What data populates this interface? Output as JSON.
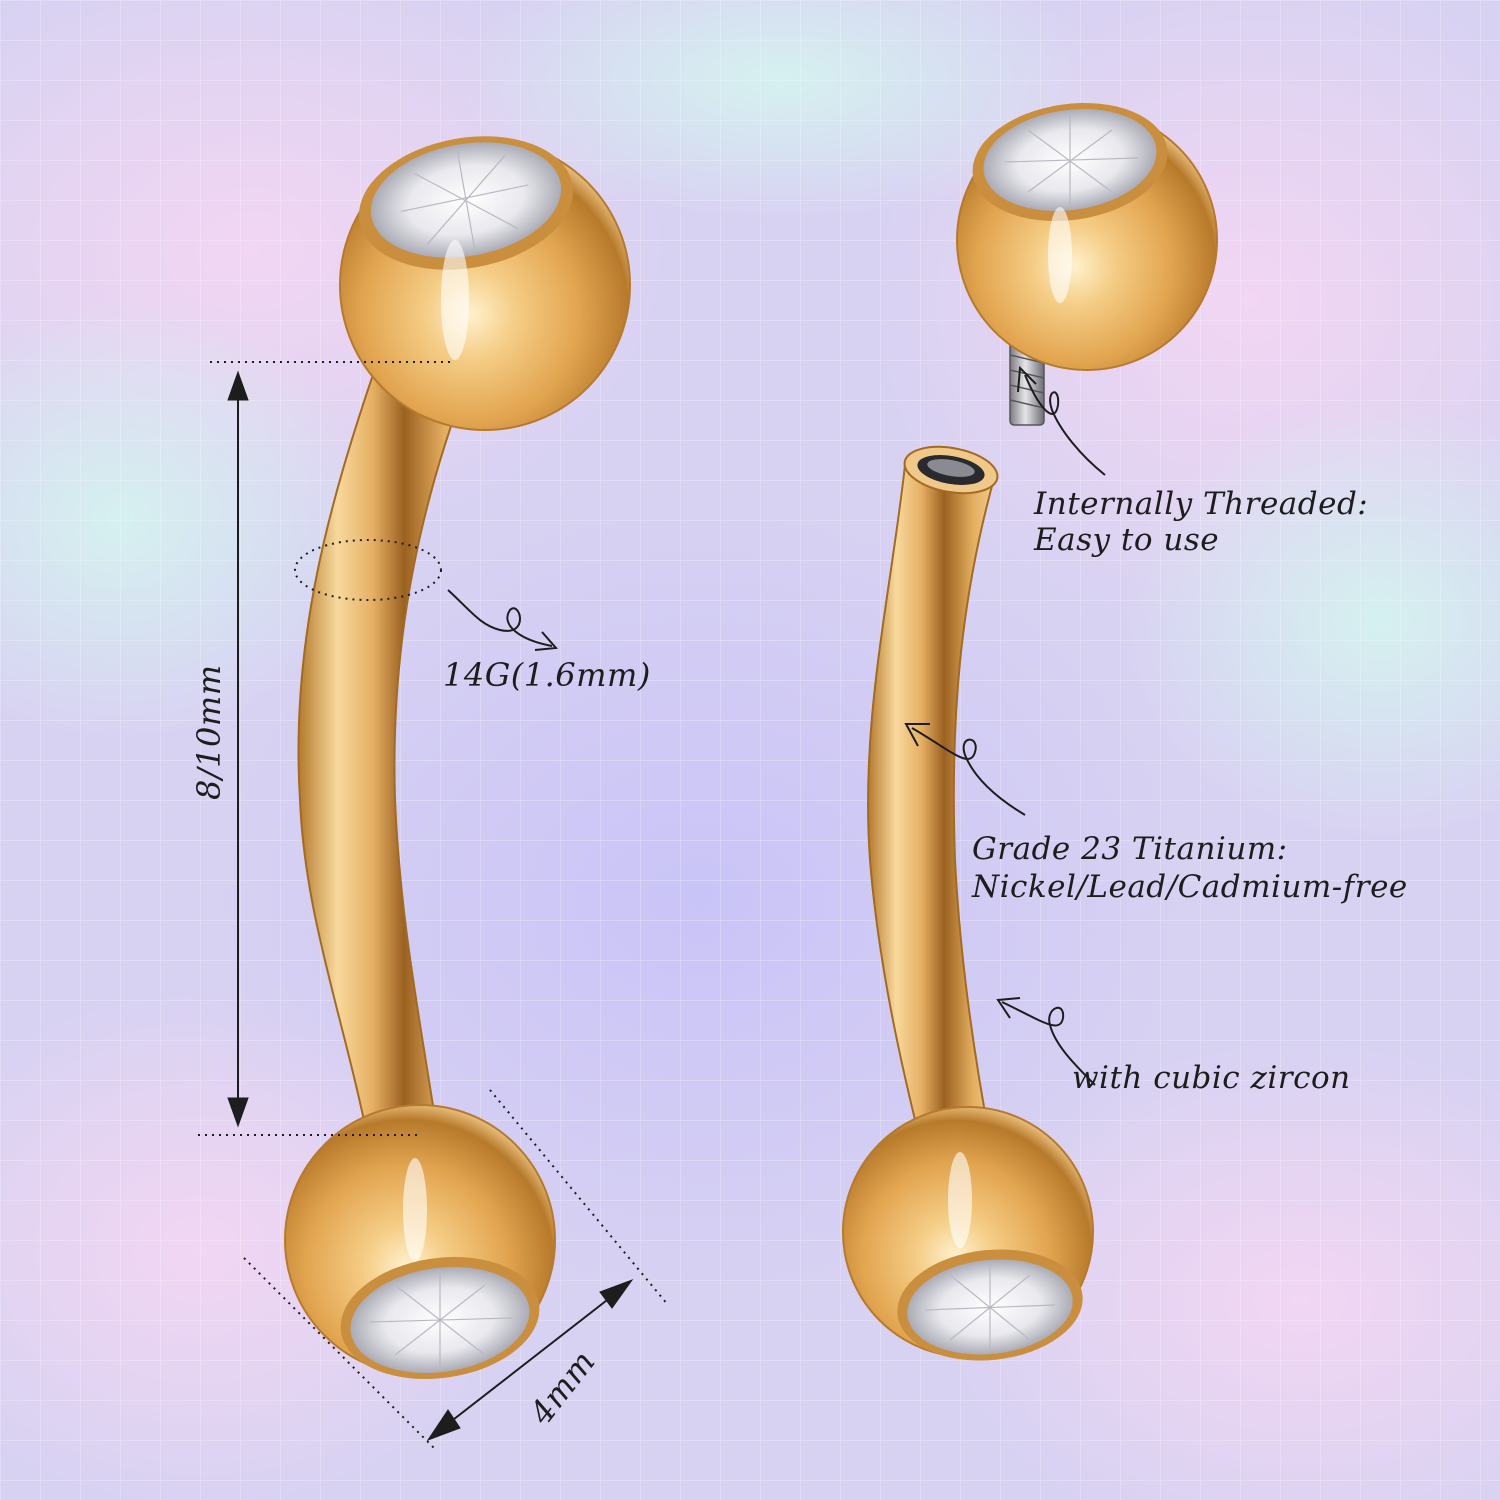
{
  "labels": {
    "gauge": "14G(1.6mm)",
    "length": "8/10mm",
    "ball_size": "4mm",
    "threaded_line1": "Internally Threaded:",
    "threaded_line2": "Easy to use",
    "titanium_line1": "Grade 23 Titanium:",
    "titanium_line2": "Nickel/Lead/Cadmium-free",
    "zircon": "with cubic zircon"
  },
  "colors": {
    "background": "#d9d4f3",
    "gold": "#e8b86b",
    "gold_dark": "#a86f22",
    "gold_light": "#fbe3b3",
    "text": "#1d1d1d"
  }
}
